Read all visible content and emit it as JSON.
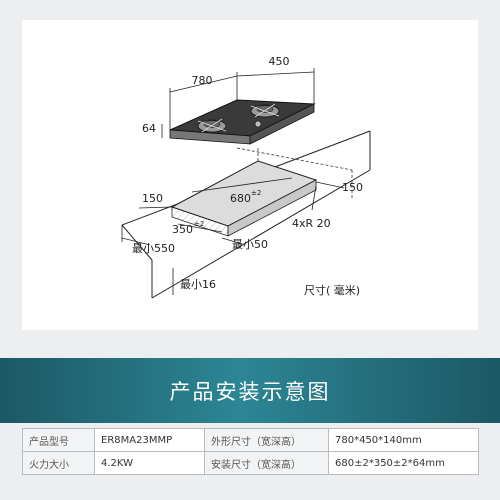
{
  "diagram": {
    "dim_hob_width": "780",
    "dim_hob_depth": "450",
    "dim_hob_height": "64",
    "dim_cutout_width": "680",
    "dim_cutout_width_tol": "±2",
    "dim_cutout_depth": "350",
    "dim_cutout_depth_tol": "±2",
    "dim_left_clearance": "150",
    "dim_back_clearance": "150",
    "dim_corner_radius": "4xR 20",
    "dim_min_front": "最小550",
    "dim_min_side": "最小50",
    "dim_min_thickness": "最小16",
    "unit_note": "尺寸( 毫米)"
  },
  "banner": {
    "title": "产品安装示意图"
  },
  "specs": {
    "rows": [
      [
        {
          "label": "产品型号",
          "value": "ER8MA23MMP"
        },
        {
          "label": "外形尺寸（宽深高）",
          "value": "780*450*140mm"
        }
      ],
      [
        {
          "label": "火力大小",
          "value": "4.2KW"
        },
        {
          "label": "安装尺寸（宽深高）",
          "value": "680±2*350±2*64mm"
        }
      ]
    ]
  },
  "colors": {
    "banner_start": "#1c5865",
    "banner_mid": "#2c8694",
    "line": "#222222",
    "cutout_shade": "#d9d9d9"
  }
}
